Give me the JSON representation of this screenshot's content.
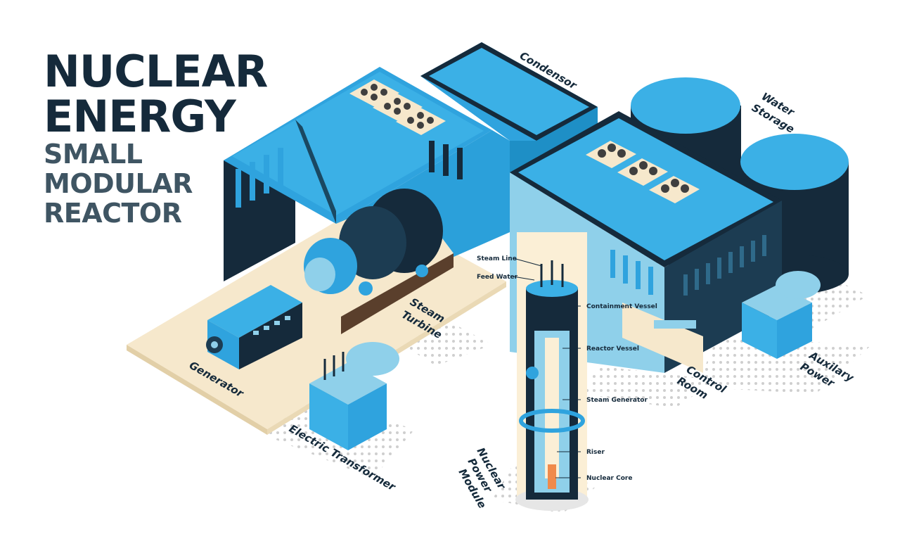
{
  "title": {
    "line1": "NUCLEAR",
    "line2": "ENERGY",
    "sub1": "SMALL",
    "sub2": "MODULAR",
    "sub3": "REACTOR"
  },
  "labels": {
    "condensor": "Condensor",
    "water_storage_1": "Water",
    "water_storage_2": "Storage",
    "steam_turbine_1": "Steam",
    "steam_turbine_2": "Turbine",
    "generator": "Generator",
    "electric_transformer": "Electric Transformer",
    "nuclear_power_module_1": "Nuclear",
    "nuclear_power_module_2": "Power",
    "nuclear_power_module_3": "Module",
    "control_room_1": "Control",
    "control_room_2": "Room",
    "auxiliary_power_1": "Auxilary",
    "auxiliary_power_2": "Power"
  },
  "module_labels": {
    "steam_line": "Steam Line",
    "feed_water": "Feed Water",
    "containment_vessel": "Containment Vessel",
    "reactor_vessel": "Reactor Vessel",
    "steam_generator": "Steam Generator",
    "riser": "Riser",
    "nuclear_core": "Nuclear Core"
  },
  "colors": {
    "dark_navy": "#152a3b",
    "blue": "#2fa3de",
    "light_blue": "#8fd0ea",
    "pale_blue": "#bfe4f3",
    "floor_beige": "#f6e8cc",
    "dot_gray": "#cfcfcf"
  }
}
